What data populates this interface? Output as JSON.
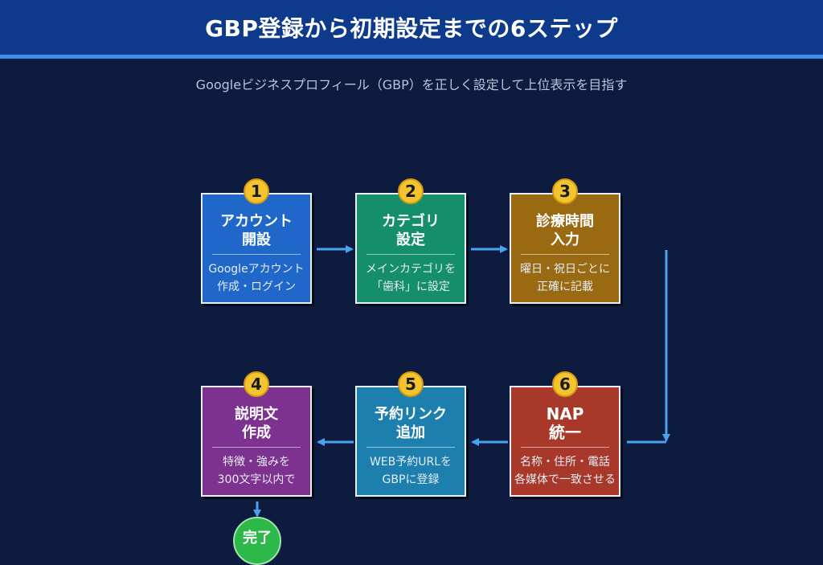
{
  "header": {
    "title": "GBP登録から初期設定までの6ステップ"
  },
  "subtitle": "Googleビジネスプロフィール（GBP）を正しく設定して上位表示を目指す",
  "steps": [
    {
      "number": "1",
      "title_line1": "アカウント",
      "title_line2": "開設",
      "desc_line1": "Googleアカウント",
      "desc_line2": "作成・ログイン",
      "color": "#1f68c9"
    },
    {
      "number": "2",
      "title_line1": "カテゴリ",
      "title_line2": "設定",
      "desc_line1": "メインカテゴリを",
      "desc_line2": "「歯科」に設定",
      "color": "#158f6a"
    },
    {
      "number": "3",
      "title_line1": "診療時間",
      "title_line2": "入力",
      "desc_line1": "曜日・祝日ごとに",
      "desc_line2": "正確に記載",
      "color": "#9a6a12"
    },
    {
      "number": "4",
      "title_line1": "説明文",
      "title_line2": "作成",
      "desc_line1": "特徴・強みを",
      "desc_line2": "300文字以内で",
      "color": "#7e3290"
    },
    {
      "number": "5",
      "title_line1": "予約リンク",
      "title_line2": "追加",
      "desc_line1": "WEB予約URLを",
      "desc_line2": "GBPに登録",
      "color": "#1d7fae"
    },
    {
      "number": "6",
      "title_line1": "NAP",
      "title_line2": "統一",
      "desc_line1": "名称・住所・電話",
      "desc_line2": "各媒体で一致させる",
      "color": "#a8392a"
    }
  ],
  "done": {
    "label": "完了"
  },
  "colors": {
    "arrow": "#4aa3f0",
    "badge": "#f4c430",
    "done": "#2eb84a"
  }
}
